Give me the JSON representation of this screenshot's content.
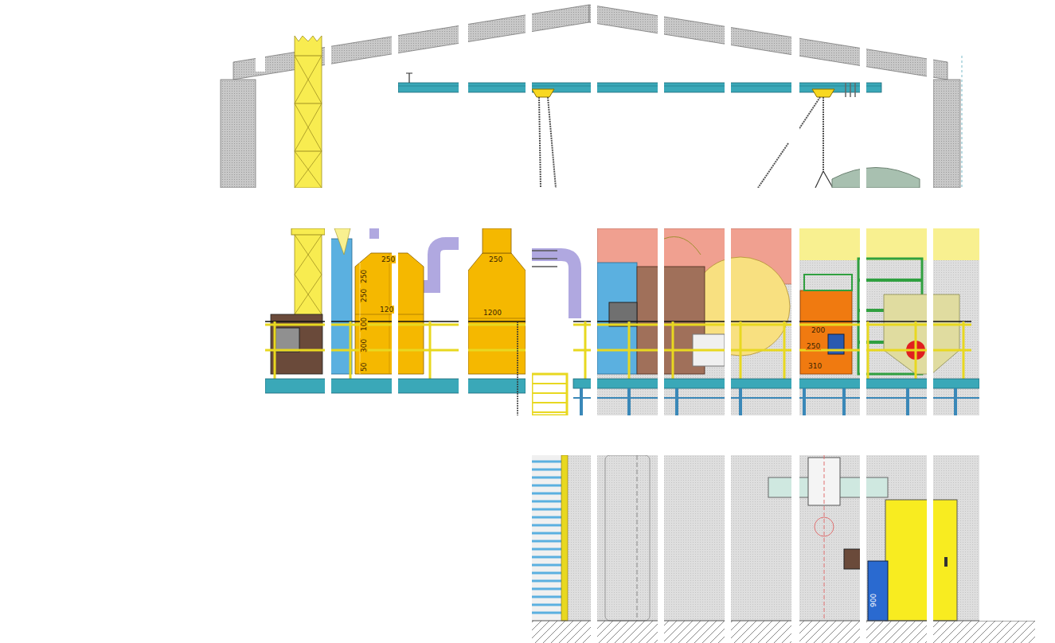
{
  "diagram": {
    "labels": [
      "250",
      "250",
      "250",
      "120",
      "100",
      "300",
      "50",
      "250",
      "1200",
      "200",
      "250",
      "310",
      "900"
    ]
  }
}
